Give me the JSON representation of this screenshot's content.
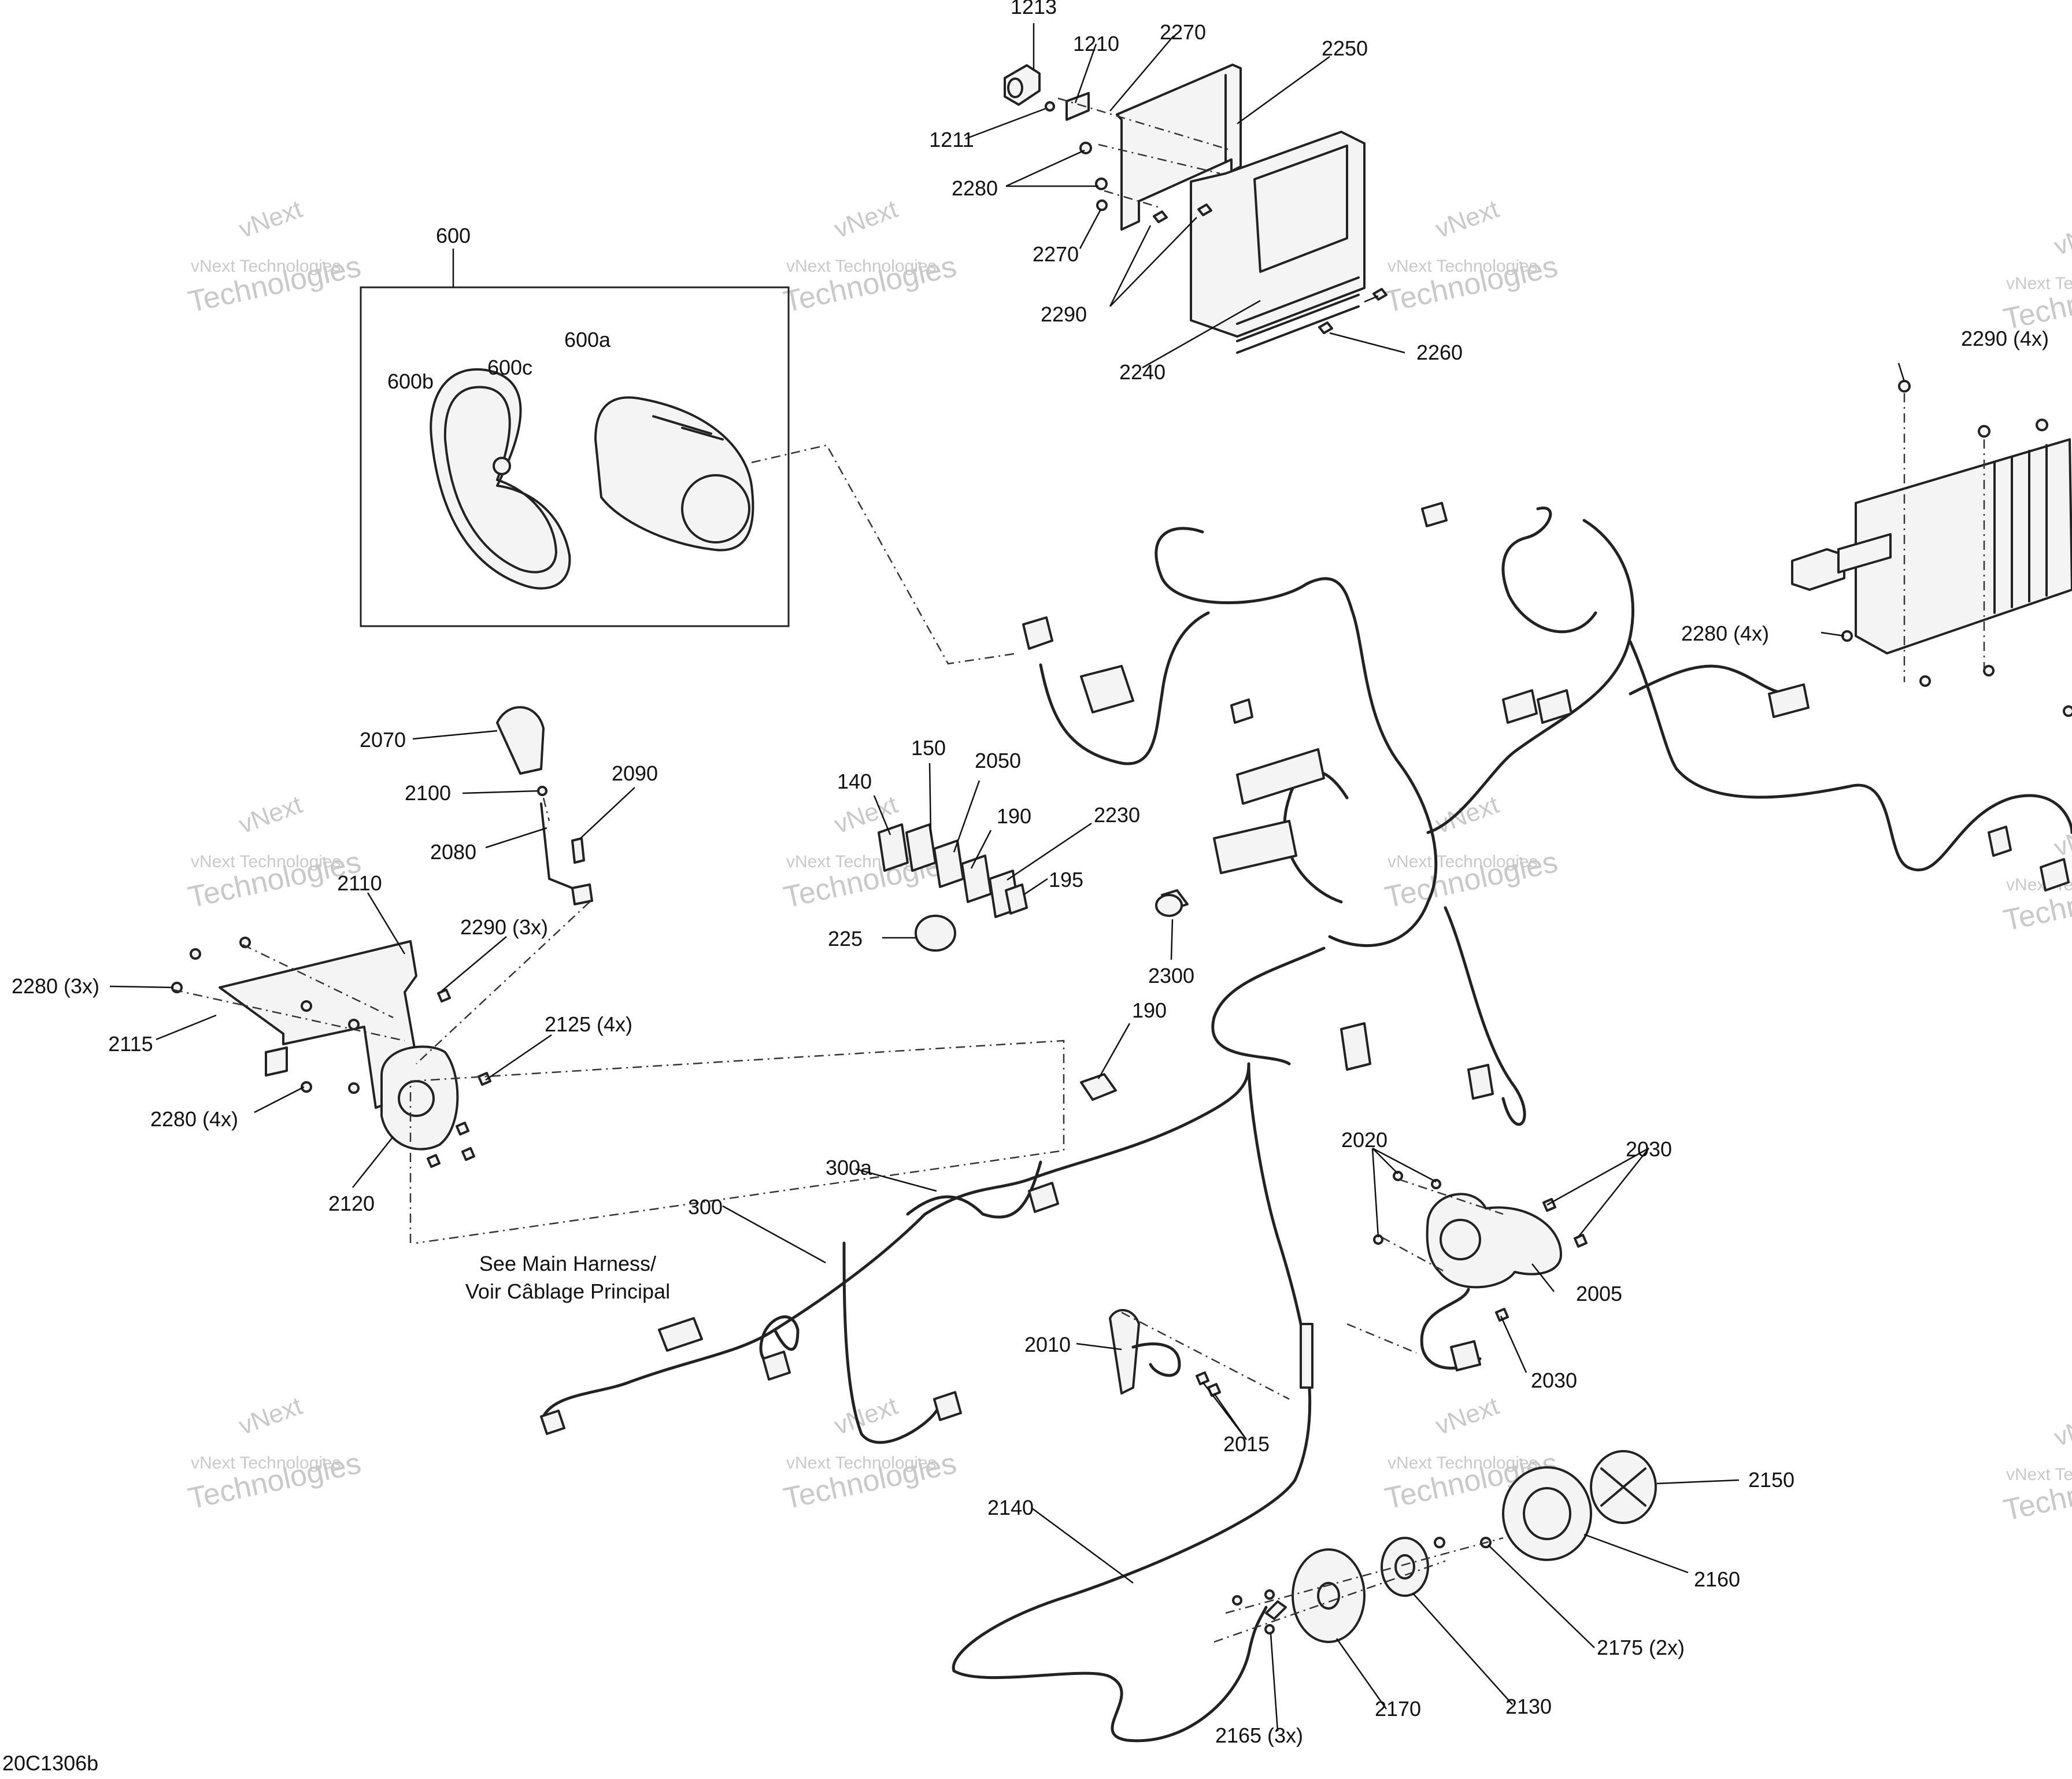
{
  "diagram_code": "20C1306b",
  "note": {
    "line1": "See Main Harness/",
    "line2": "Voir Câblage Principal"
  },
  "watermark": {
    "line1": "vNext",
    "line2": "vNext Technologies",
    "line3": "Technologies"
  },
  "callouts": [
    {
      "id": "c1213",
      "text": "1213"
    },
    {
      "id": "c1210",
      "text": "1210"
    },
    {
      "id": "c2270a",
      "text": "2270"
    },
    {
      "id": "c2250",
      "text": "2250"
    },
    {
      "id": "c1211",
      "text": "1211"
    },
    {
      "id": "c2280a",
      "text": "2280"
    },
    {
      "id": "c2270b",
      "text": "2270"
    },
    {
      "id": "c2290a",
      "text": "2290"
    },
    {
      "id": "c2240",
      "text": "2240"
    },
    {
      "id": "c2260",
      "text": "2260"
    },
    {
      "id": "c600",
      "text": "600"
    },
    {
      "id": "c600a",
      "text": "600a"
    },
    {
      "id": "c600b",
      "text": "600b"
    },
    {
      "id": "c600c",
      "text": "600c"
    },
    {
      "id": "c2290b",
      "text": "2290 (4x)"
    },
    {
      "id": "c2280b",
      "text": "2280 (4x)"
    },
    {
      "id": "c2070",
      "text": "2070"
    },
    {
      "id": "c2100",
      "text": "2100"
    },
    {
      "id": "c2090",
      "text": "2090"
    },
    {
      "id": "c2080",
      "text": "2080"
    },
    {
      "id": "c2110",
      "text": "2110"
    },
    {
      "id": "c2290c",
      "text": "2290 (3x)"
    },
    {
      "id": "c2280c",
      "text": "2280 (3x)"
    },
    {
      "id": "c2115",
      "text": "2115"
    },
    {
      "id": "c2125",
      "text": "2125 (4x)"
    },
    {
      "id": "c2280d",
      "text": "2280 (4x)"
    },
    {
      "id": "c2120",
      "text": "2120"
    },
    {
      "id": "c140",
      "text": "140"
    },
    {
      "id": "c150",
      "text": "150"
    },
    {
      "id": "c2050",
      "text": "2050"
    },
    {
      "id": "c190a",
      "text": "190"
    },
    {
      "id": "c2230",
      "text": "2230"
    },
    {
      "id": "c195",
      "text": "195"
    },
    {
      "id": "c225",
      "text": "225"
    },
    {
      "id": "c2300",
      "text": "2300"
    },
    {
      "id": "c190b",
      "text": "190"
    },
    {
      "id": "c300a",
      "text": "300a"
    },
    {
      "id": "c300",
      "text": "300"
    },
    {
      "id": "c2020",
      "text": "2020"
    },
    {
      "id": "c2030a",
      "text": "2030"
    },
    {
      "id": "c2005",
      "text": "2005"
    },
    {
      "id": "c2030b",
      "text": "2030"
    },
    {
      "id": "c2010",
      "text": "2010"
    },
    {
      "id": "c2015",
      "text": "2015"
    },
    {
      "id": "c2150",
      "text": "2150"
    },
    {
      "id": "c2160",
      "text": "2160"
    },
    {
      "id": "c2140",
      "text": "2140"
    },
    {
      "id": "c2175",
      "text": "2175 (2x)"
    },
    {
      "id": "c2130",
      "text": "2130"
    },
    {
      "id": "c2170",
      "text": "2170"
    },
    {
      "id": "c2165",
      "text": "2165 (3x)"
    }
  ]
}
